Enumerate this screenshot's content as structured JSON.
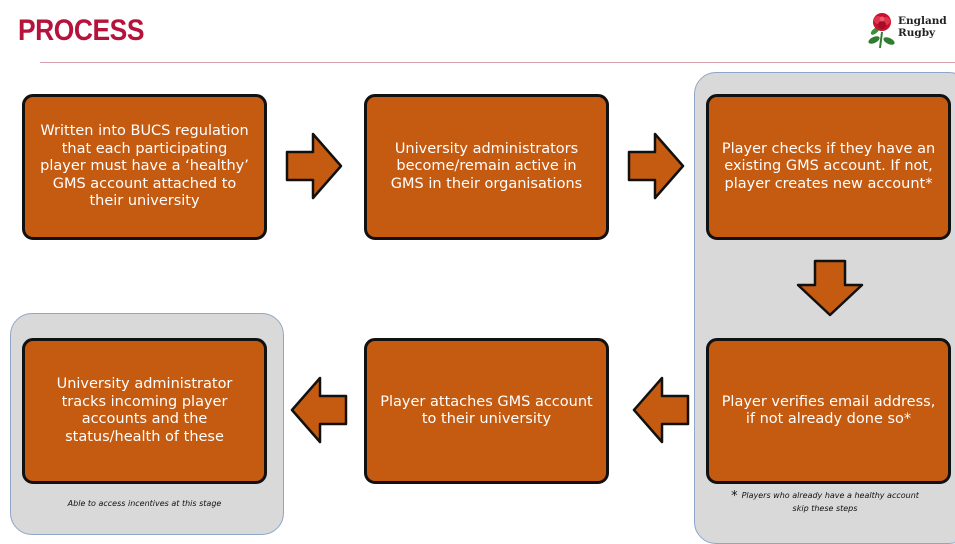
{
  "header": {
    "title": "PROCESS",
    "logo_line1": "England",
    "logo_line2": "Rugby"
  },
  "steps": [
    {
      "text": "Written into BUCS regulation that each participating player must have a ‘healthy’ GMS account attached to their university"
    },
    {
      "text": "University administrators become/remain active in GMS in their organisations"
    },
    {
      "text": "Player checks if they have an existing GMS account. If not, player creates new account*"
    },
    {
      "text": "Player verifies email address, if not already done so*"
    },
    {
      "text": "Player attaches GMS account to their university"
    },
    {
      "text": "University administrator tracks incoming player accounts and the status/health of these"
    }
  ],
  "notes": {
    "incentives": "Able to access incentives at this stage",
    "footnote_symbol": "*",
    "footnote_line1": "Players who already have a healthy account",
    "footnote_line2": "skip these steps"
  },
  "colors": {
    "title": "#b5123c",
    "box_fill": "#c55a11",
    "panel_fill": "#d9d9d9",
    "panel_border": "#8fa6c6"
  }
}
